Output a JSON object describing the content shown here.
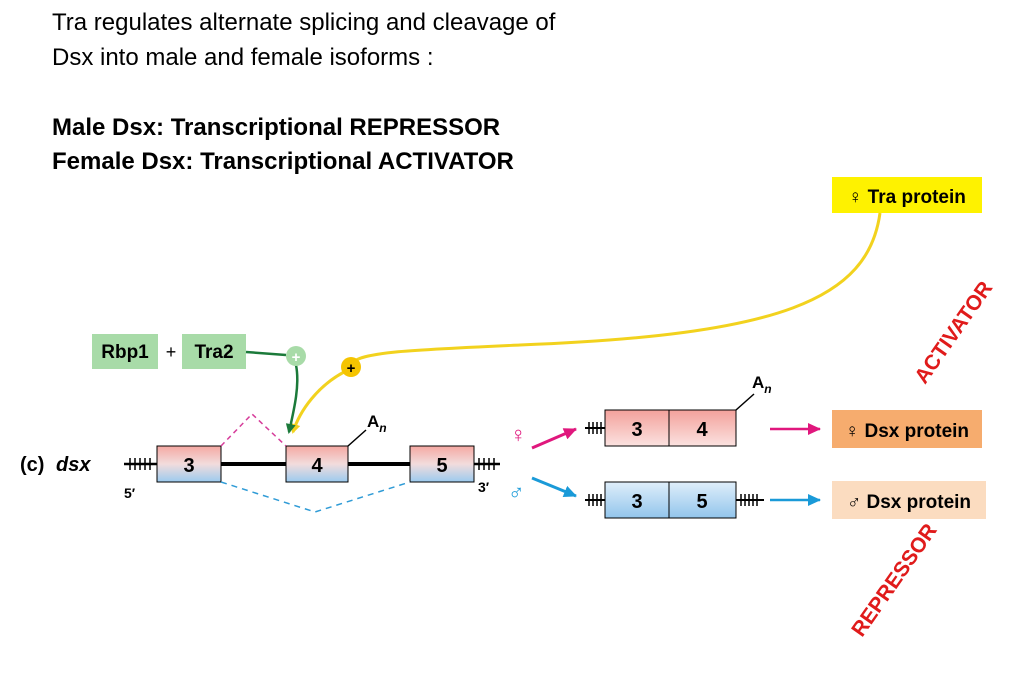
{
  "intro": {
    "line1": "Tra regulates alternate splicing and cleavage of",
    "line2": "Dsx into male and female isoforms :"
  },
  "headings": {
    "male": "Male Dsx: Transcriptional REPRESSOR",
    "female": "Female Dsx: Transcriptional ACTIVATOR"
  },
  "diagram": {
    "panel_label": "(c)",
    "gene_label": "dsx",
    "tra_protein": "♀ Tra protein",
    "rbp1": "Rbp1",
    "plus": "+",
    "tra2": "Tra2",
    "five_prime": "5′",
    "three_prime": "3′",
    "poly_a": "A",
    "poly_a_sub": "n",
    "exon_3": "3",
    "exon_4": "4",
    "exon_5": "5",
    "female_symbol": "♀",
    "male_symbol": "♂",
    "female_dsx": "♀ Dsx protein",
    "male_dsx": "♂ Dsx protein",
    "activator": "ACTIVATOR",
    "repressor": "REPRESSOR"
  },
  "colors": {
    "tra_box": "#fef200",
    "rbp_box": "#a8dba8",
    "female_dsx_box": "#f6ac6e",
    "male_dsx_box": "#fbdcc0",
    "female_arrow": "#e0177d",
    "male_arrow": "#1a9ad8",
    "tra_line": "#f2d21e",
    "rbp_line": "#1b7a3a",
    "exon_pink": "#f3aaa5",
    "exon_blue": "#a7d0ee",
    "label_red": "#e01b1b"
  }
}
